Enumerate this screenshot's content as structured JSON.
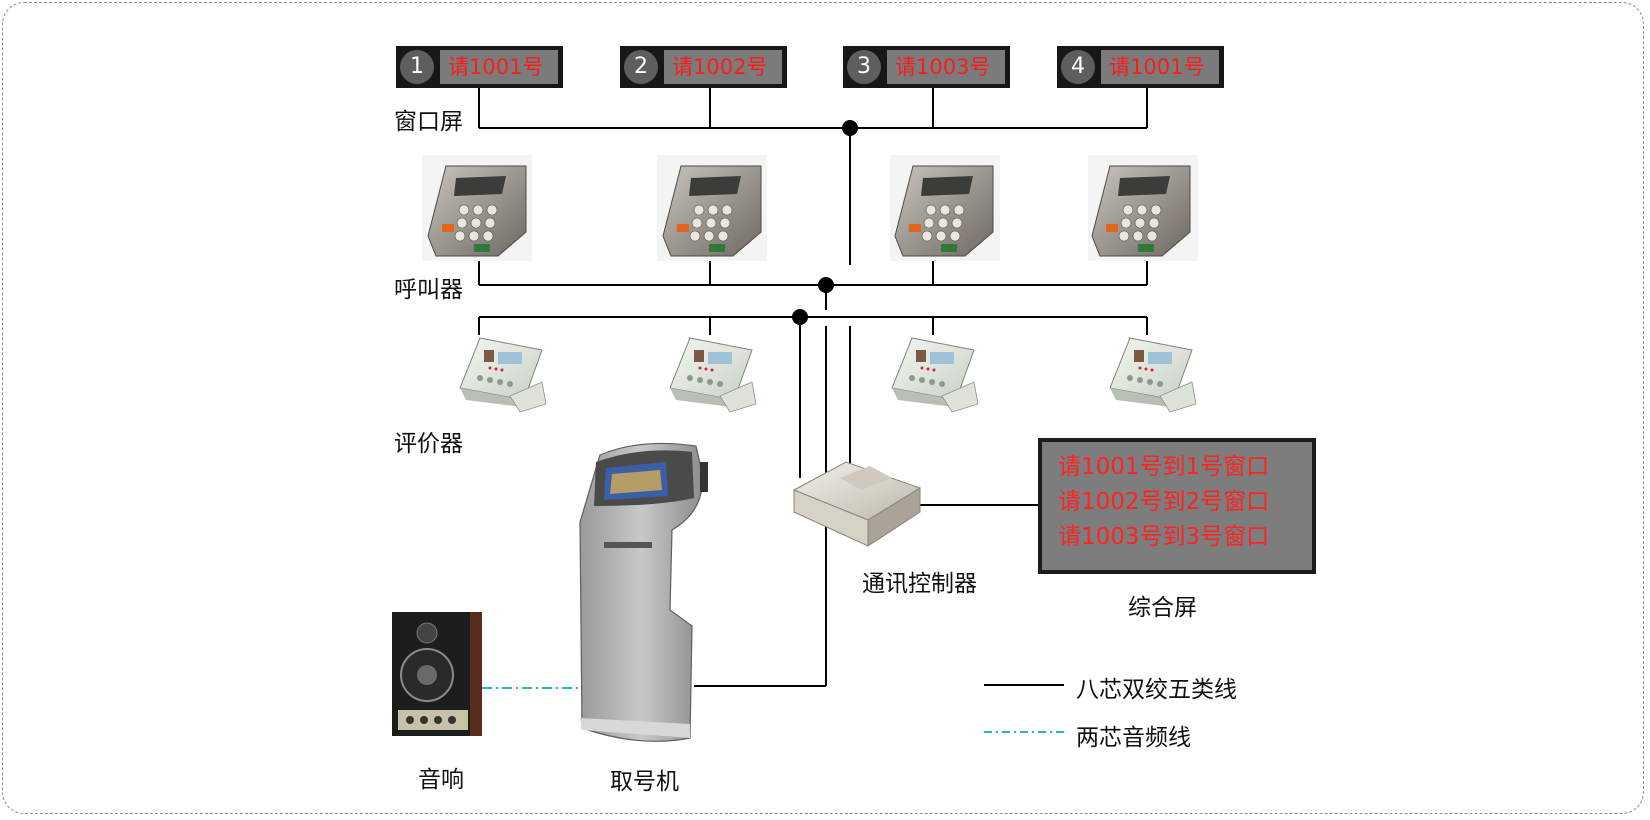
{
  "window_screens": [
    {
      "number": "1",
      "text": "请1001号"
    },
    {
      "number": "2",
      "text": "请1002号"
    },
    {
      "number": "3",
      "text": "请1003号"
    },
    {
      "number": "4",
      "text": "请1001号"
    }
  ],
  "labels": {
    "window_screen": "窗口屏",
    "caller": "呼叫器",
    "evaluator": "评价器",
    "controller": "通讯控制器",
    "main_screen": "综合屏",
    "speaker": "音响",
    "ticket_machine": "取号机"
  },
  "main_screen_lines": [
    "请1001号到1号窗口",
    "请1002号到2号窗口",
    "请1003号到3号窗口"
  ],
  "legend": {
    "cable": "八芯双绞五类线",
    "audio": "两芯音频线"
  },
  "colors": {
    "screen_text": "#ff1a1a",
    "audio_line": "#2ab5b5",
    "cable_line": "#000000"
  }
}
